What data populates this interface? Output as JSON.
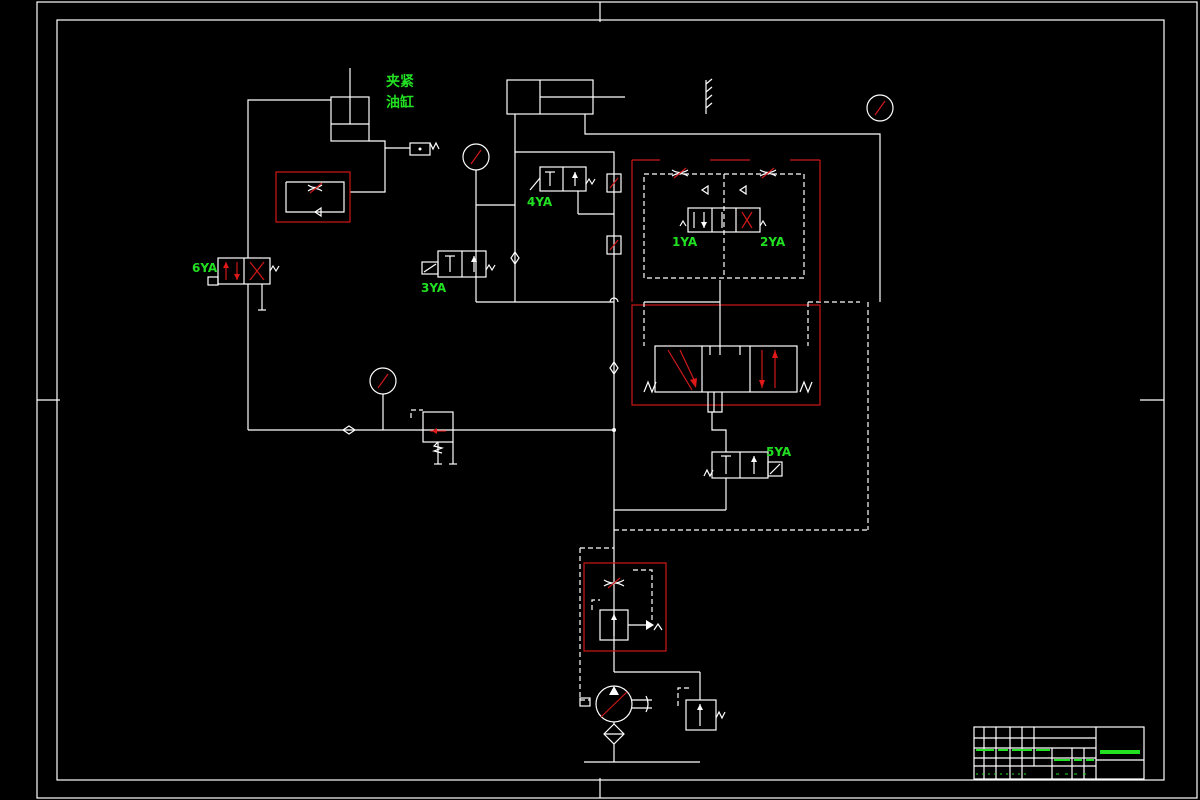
{
  "labels": {
    "clamp_cylinder_line1": "夹紧",
    "clamp_cylinder_line2": "油缸",
    "sol_1": "1YA",
    "sol_2": "2YA",
    "sol_3": "3YA",
    "sol_4": "4YA",
    "sol_5": "5YA",
    "sol_6": "6YA"
  },
  "colors": {
    "background": "#000000",
    "lines": "#ffffff",
    "highlight": "#d01818",
    "text": "#22e022"
  }
}
